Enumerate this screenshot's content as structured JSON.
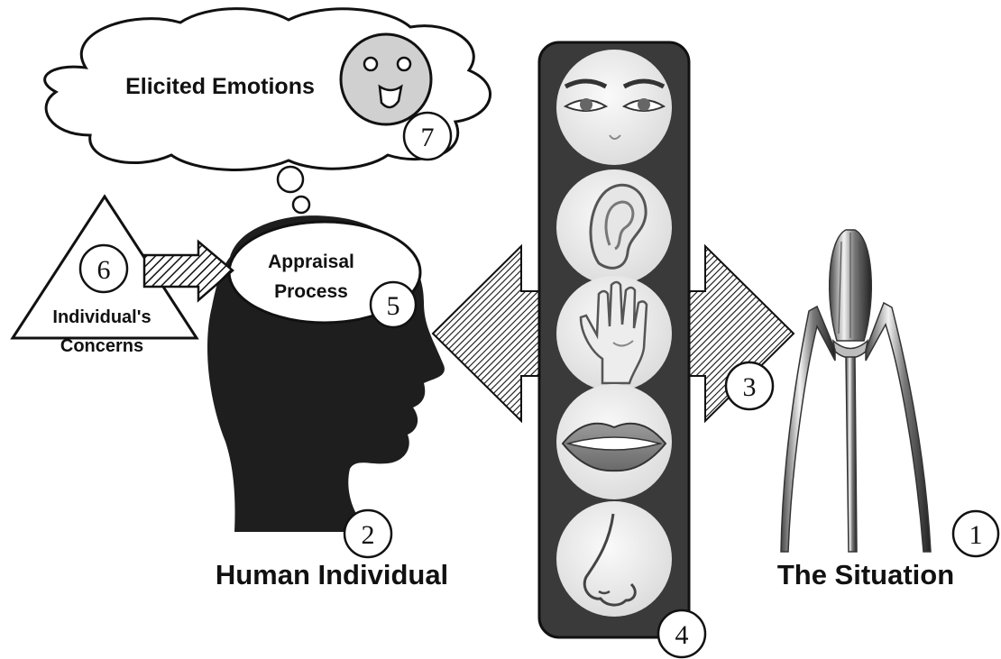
{
  "labels": {
    "emotions": "Elicited Emotions",
    "appraisal_line1": "Appraisal",
    "appraisal_line2": "Process",
    "concerns_line1": "Individual's",
    "concerns_line2": "Concerns",
    "human": "Human Individual",
    "situation": "The Situation"
  },
  "markers": {
    "situation": "1",
    "human": "2",
    "interaction": "3",
    "senses": "4",
    "appraisal": "5",
    "concerns": "6",
    "emotions": "7"
  },
  "senses": [
    "eye-icon",
    "ear-icon",
    "hand-icon",
    "mouth-icon",
    "nose-icon"
  ],
  "colors": {
    "ink": "#111111",
    "panel": "#3a3a3a",
    "circle_fill": "#e9e9e9",
    "face_fill": "#d0d0d0"
  }
}
